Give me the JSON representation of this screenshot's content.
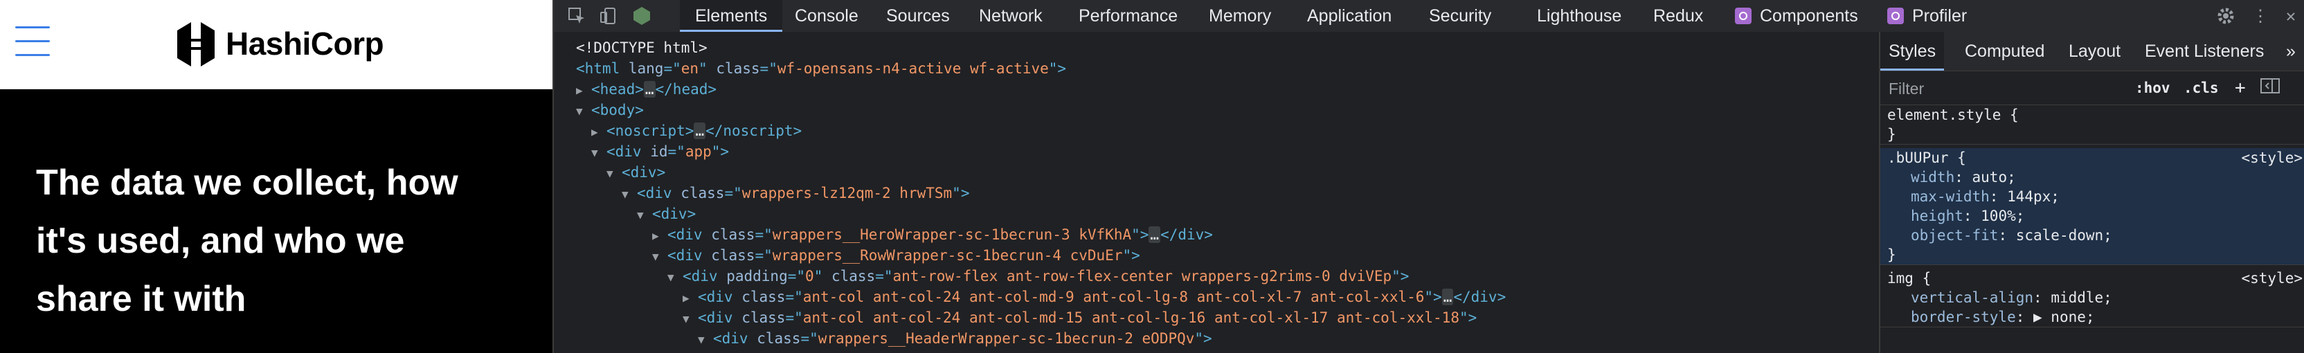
{
  "site": {
    "logo_text": "HashiCorp",
    "hero_lines": [
      "The data we collect, how",
      "it's used, and who we",
      "share it with"
    ]
  },
  "devtools": {
    "tabs": [
      "Elements",
      "Console",
      "Sources",
      "Network",
      "Performance",
      "Memory",
      "Application",
      "Security",
      "Lighthouse",
      "Redux",
      "Components",
      "Profiler"
    ],
    "active_tab": "Elements",
    "side_tabs": [
      "Styles",
      "Computed",
      "Layout",
      "Event Listeners"
    ],
    "side_more": "»",
    "filter_placeholder": "Filter",
    "hov": ":hov",
    "cls": ".cls",
    "dom_lines": [
      {
        "indent": 0,
        "tri": "",
        "html": "&lt;!DOCTYPE html&gt;",
        "raw": "<!DOCTYPE html>"
      },
      {
        "indent": 0,
        "tri": "",
        "parts": [
          [
            "tag",
            "<html "
          ],
          [
            "attr",
            "lang"
          ],
          [
            "tag",
            "=\""
          ],
          [
            "val",
            "en"
          ],
          [
            "tag",
            "\" "
          ],
          [
            "attr",
            "class"
          ],
          [
            "tag",
            "=\""
          ],
          [
            "val",
            "wf-opensans-n4-active wf-active"
          ],
          [
            "tag",
            "\">"
          ]
        ]
      },
      {
        "indent": 1,
        "tri": "▶",
        "parts": [
          [
            "tag",
            "<head>"
          ],
          [
            "ell",
            "…"
          ],
          [
            "tag",
            "</head>"
          ]
        ]
      },
      {
        "indent": 1,
        "tri": "▼",
        "parts": [
          [
            "tag",
            "<body>"
          ]
        ]
      },
      {
        "indent": 2,
        "tri": "▶",
        "parts": [
          [
            "tag",
            "<noscript>"
          ],
          [
            "ell",
            "…"
          ],
          [
            "tag",
            "</noscript>"
          ]
        ]
      },
      {
        "indent": 2,
        "tri": "▼",
        "parts": [
          [
            "tag",
            "<div "
          ],
          [
            "attr",
            "id"
          ],
          [
            "tag",
            "=\""
          ],
          [
            "val",
            "app"
          ],
          [
            "tag",
            "\">"
          ]
        ]
      },
      {
        "indent": 3,
        "tri": "▼",
        "parts": [
          [
            "tag",
            "<div>"
          ]
        ]
      },
      {
        "indent": 4,
        "tri": "▼",
        "parts": [
          [
            "tag",
            "<div "
          ],
          [
            "attr",
            "class"
          ],
          [
            "tag",
            "=\""
          ],
          [
            "val",
            "wrappers-lz12qm-2 hrwTSm"
          ],
          [
            "tag",
            "\">"
          ]
        ]
      },
      {
        "indent": 5,
        "tri": "▼",
        "parts": [
          [
            "tag",
            "<div>"
          ]
        ]
      },
      {
        "indent": 6,
        "tri": "▶",
        "parts": [
          [
            "tag",
            "<div "
          ],
          [
            "attr",
            "class"
          ],
          [
            "tag",
            "=\""
          ],
          [
            "val",
            "wrappers__HeroWrapper-sc-1becrun-3 kVfKhA"
          ],
          [
            "tag",
            "\">"
          ],
          [
            "ell",
            "…"
          ],
          [
            "tag",
            "</div>"
          ]
        ]
      },
      {
        "indent": 6,
        "tri": "▼",
        "parts": [
          [
            "tag",
            "<div "
          ],
          [
            "attr",
            "class"
          ],
          [
            "tag",
            "=\""
          ],
          [
            "val",
            "wrappers__RowWrapper-sc-1becrun-4 cvDuEr"
          ],
          [
            "tag",
            "\">"
          ]
        ]
      },
      {
        "indent": 7,
        "tri": "▼",
        "parts": [
          [
            "tag",
            "<div "
          ],
          [
            "attr",
            "padding"
          ],
          [
            "tag",
            "=\""
          ],
          [
            "val",
            "0"
          ],
          [
            "tag",
            "\" "
          ],
          [
            "attr",
            "class"
          ],
          [
            "tag",
            "=\""
          ],
          [
            "val",
            "ant-row-flex ant-row-flex-center wrappers-g2rims-0 dviVEp"
          ],
          [
            "tag",
            "\">"
          ]
        ]
      },
      {
        "indent": 8,
        "tri": "▶",
        "parts": [
          [
            "tag",
            "<div "
          ],
          [
            "attr",
            "class"
          ],
          [
            "tag",
            "=\""
          ],
          [
            "val",
            "ant-col ant-col-24 ant-col-md-9 ant-col-lg-8 ant-col-xl-7 ant-col-xxl-6"
          ],
          [
            "tag",
            "\">"
          ],
          [
            "ell",
            "…"
          ],
          [
            "tag",
            "</div>"
          ]
        ]
      },
      {
        "indent": 8,
        "tri": "▼",
        "parts": [
          [
            "tag",
            "<div "
          ],
          [
            "attr",
            "class"
          ],
          [
            "tag",
            "=\""
          ],
          [
            "val",
            "ant-col ant-col-24 ant-col-md-15 ant-col-lg-16 ant-col-xl-17 ant-col-xxl-18"
          ],
          [
            "tag",
            "\">"
          ]
        ]
      },
      {
        "indent": 9,
        "tri": "▼",
        "parts": [
          [
            "tag",
            "<div "
          ],
          [
            "attr",
            "class"
          ],
          [
            "tag",
            "=\""
          ],
          [
            "val",
            "wrappers__HeaderWrapper-sc-1becrun-2 eODPQv"
          ],
          [
            "tag",
            "\">"
          ]
        ]
      }
    ],
    "style_rules": [
      {
        "selector": "element.style {",
        "source": "",
        "props": [],
        "close": "}"
      },
      {
        "selector": ".bUUPur {",
        "source": "<style>",
        "props": [
          [
            "width",
            "auto;"
          ],
          [
            "max-width",
            "144px;"
          ],
          [
            "height",
            "100%;"
          ],
          [
            "object-fit",
            "scale-down;"
          ]
        ],
        "close": "}"
      },
      {
        "selector": "img {",
        "source": "<style>",
        "props": [
          [
            "vertical-align",
            "middle;"
          ],
          [
            "border-style",
            "▶ none;"
          ]
        ],
        "close": ""
      }
    ]
  }
}
